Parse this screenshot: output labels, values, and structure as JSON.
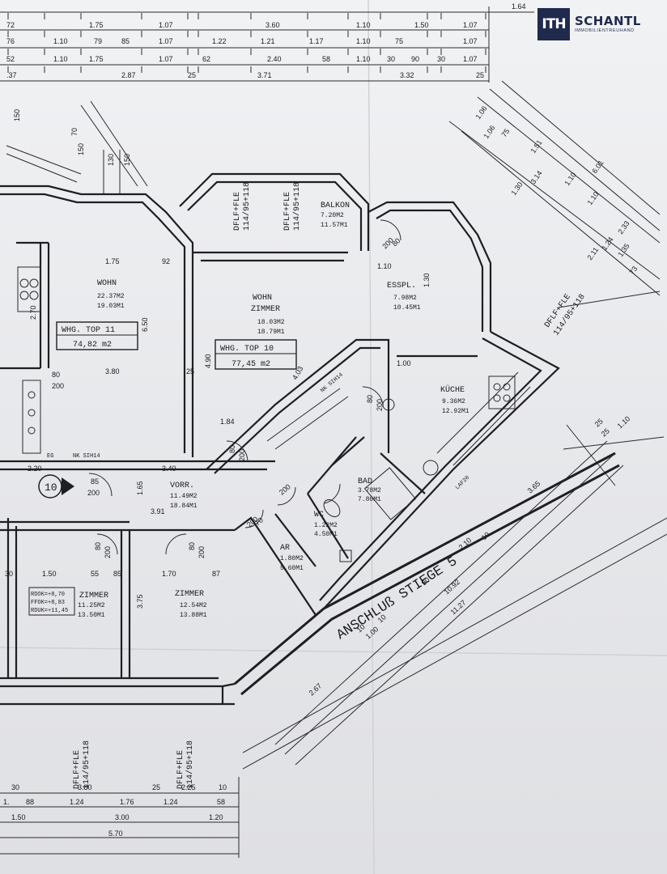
{
  "logo": {
    "mark": "ITH",
    "name": "SCHANTL",
    "subtitle": "IMMOBILIENTREUHAND",
    "brand_color": "#1f2a4d"
  },
  "top_dimensions": {
    "row0": [
      "1.64"
    ],
    "row1": [
      "72",
      "1.75",
      "1.07",
      "3.60",
      "1.10",
      "1.50",
      "1.07"
    ],
    "row2": [
      "76",
      "1.10",
      "79",
      "85",
      "1.07",
      "1.22",
      "1.21",
      "1.17",
      "1.10",
      "75",
      "1.07"
    ],
    "row3": [
      "52",
      "1.10",
      "1.75",
      "1.07",
      "62",
      "2.40",
      "58",
      "1.10",
      "30",
      "90",
      "30",
      "1.07"
    ],
    "row4": [
      ".37",
      "2.87",
      "25",
      "3.71",
      "3.32",
      "25"
    ]
  },
  "units": {
    "top11": {
      "label": "WHG. TOP 11",
      "area": "74,82 m2"
    },
    "top10": {
      "label": "WHG. TOP 10",
      "area": "77,45 m2"
    }
  },
  "rooms": {
    "wohn11": {
      "name": "WOHN",
      "area": "22.37M2",
      "perimeter": "19.03M1"
    },
    "wohnzimmer": {
      "name1": "WOHN",
      "name2": "ZIMMER",
      "area": "18.03M2",
      "perimeter": "18.79M1"
    },
    "balkon": {
      "name": "BALKON",
      "area": "7.20M2",
      "perimeter": "11.57M1"
    },
    "esspl": {
      "name": "ESSPL.",
      "area": "7.98M2",
      "perimeter": "10.45M1"
    },
    "kueche": {
      "name": "KÜCHE",
      "area": "9.36M2",
      "perimeter": "12.92M1"
    },
    "vorr": {
      "name": "VORR.",
      "area": "11.49M2",
      "perimeter": "18.84M1"
    },
    "bad": {
      "name": "BAD",
      "area": "3.78M2",
      "perimeter": "7.80M1"
    },
    "wc": {
      "name": "WC",
      "area": "1.22M2",
      "perimeter": "4.50M1"
    },
    "ar": {
      "name": "AR",
      "area": "1.80M2",
      "perimeter": "5.60M1"
    },
    "zimmer1": {
      "name": "ZIMMER",
      "area": "11.25M2",
      "perimeter": "13.50M1"
    },
    "zimmer2": {
      "name": "ZIMMER",
      "area": "12.54M2",
      "perimeter": "13.88M1"
    }
  },
  "windows": {
    "w1": "DFLF+FLE",
    "w1b": "114/95+118",
    "w2": "DFLF+FLE",
    "w2b": "114/95+118",
    "w3": "DFLF+FLE",
    "w3b": "114/95+118",
    "w4": "DFLF+FLE",
    "w4b": "114/95+118",
    "w5": "DFLF+FLE",
    "w5b": "114/95+118"
  },
  "labels": {
    "stiege": "ANSCHLUß STIEGE 5",
    "circle_num": "10",
    "rdok": "RDOK=+8,70",
    "ffok": "FFOK=+8,83",
    "rduk": "RDUK=+11,45",
    "nk_sih14": "NK SIH14",
    "nk_sih14_b": "NK SIH14",
    "eg": "EG",
    "lafzo": "LAF20"
  },
  "doors": {
    "d1": [
      "80",
      "200"
    ],
    "d2": [
      "85",
      "200"
    ],
    "d3": [
      "80",
      "200"
    ],
    "d4": [
      "80",
      "200"
    ],
    "d5": [
      "80",
      "200"
    ],
    "d6": [
      "70",
      "200"
    ],
    "d7": [
      "80",
      "200"
    ],
    "d8": [
      "200"
    ],
    "d9": [
      "80",
      "200"
    ]
  },
  "dims_inner": {
    "a": "1.75",
    "b": "92",
    "c": "3.80",
    "d": "4.90",
    "e": "25",
    "f": "3.40",
    "g": "1.65",
    "h": "3.91",
    "i": "1.50",
    "j": "30",
    "k": "55",
    "l": "85",
    "m": "1.70",
    "n": "87",
    "o": "3.75",
    "p": "1.00",
    "q": "1.10",
    "r": "1.30",
    "s": "2.70",
    "t": "6.50",
    "u": "2.20",
    "v": "1.84",
    "w": "4.03"
  },
  "left_dims": [
    "150",
    "70",
    "150",
    "130",
    "150",
    "92",
    "1.10",
    "90"
  ],
  "right_diag_dims": [
    "1.06",
    "1.06",
    "75",
    "1.51",
    "6.01",
    "1.30",
    "3.14",
    "1.10",
    "1.10",
    "2.33",
    "1.35",
    "2.11",
    "1.24",
    "73"
  ],
  "stiege_dims": [
    "3.65",
    "2.10",
    "10.92",
    "11.27",
    "1.00",
    "2.67",
    "10",
    "90",
    "10",
    "10",
    "1.10",
    "25",
    "25"
  ],
  "bottom_dimensions": {
    "row1": [
      "30",
      "3.80",
      "25",
      "2.25",
      "10"
    ],
    "row2": [
      "1.",
      "88",
      "1.24",
      "1.76",
      "1.24",
      "58"
    ],
    "row3": [
      "1.50",
      "3.00",
      "1.20"
    ],
    "row4": [
      "5.70"
    ]
  }
}
